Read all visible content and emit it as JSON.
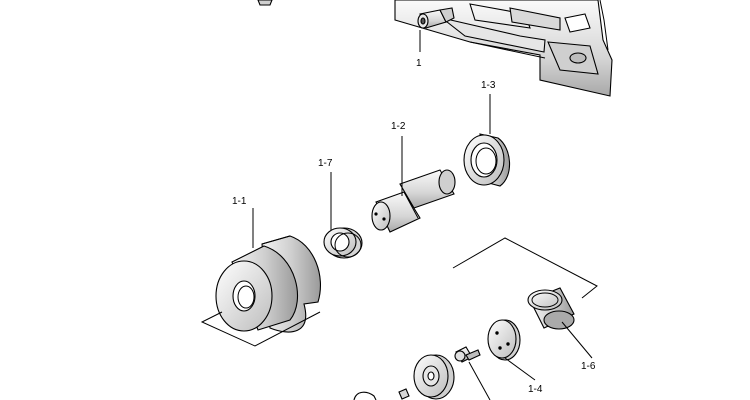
{
  "labels": {
    "p1": "1",
    "p1_1": "1-1",
    "p1_2": "1-2",
    "p1_3": "1-3",
    "p1_4": "1-4",
    "p1_6": "1-6",
    "p1_7": "1-7"
  }
}
